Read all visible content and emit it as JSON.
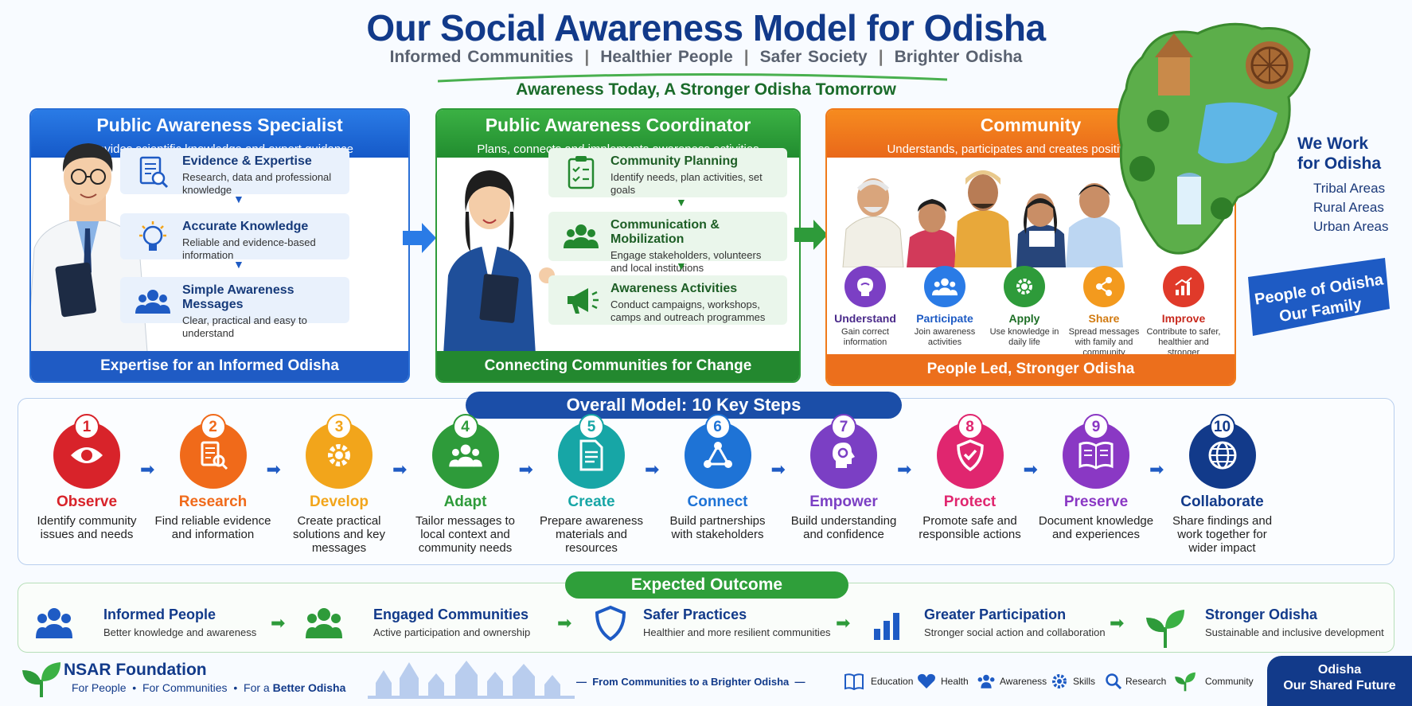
{
  "header": {
    "title": "Our Social Awareness Model for Odisha",
    "tagline": [
      "Informed Communities",
      "Healthier People",
      "Safer Society",
      "Brighter Odisha"
    ],
    "slogan": "Awareness Today, A Stronger Odisha Tomorrow"
  },
  "specialist": {
    "title": "Public Awareness Specialist",
    "subtitle": "Provides scientific knowledge and expert guidance",
    "items": [
      {
        "title": "Evidence & Expertise",
        "desc": "Research, data and professional knowledge"
      },
      {
        "title": "Accurate Knowledge",
        "desc": "Reliable and evidence-based information"
      },
      {
        "title": "Simple Awareness Messages",
        "desc": "Clear, practical and easy to understand"
      }
    ],
    "footer": "Expertise for an Informed Odisha"
  },
  "coordinator": {
    "title": "Public Awareness Coordinator",
    "subtitle": "Plans, connects and implements awareness activities",
    "items": [
      {
        "title": "Community Planning",
        "desc": "Identify needs, plan activities, set goals"
      },
      {
        "title": "Communication & Mobilization",
        "desc": "Engage stakeholders, volunteers and local institutions"
      },
      {
        "title": "Awareness Activities",
        "desc": "Conduct campaigns, workshops, camps and outreach programmes"
      }
    ],
    "footer": "Connecting Communities for Change"
  },
  "community": {
    "title": "Community",
    "subtitle": "Understands, participates and creates positive change",
    "actions": [
      {
        "label": "Understand",
        "desc": "Gain correct information",
        "color": "#7b3fc4"
      },
      {
        "label": "Participate",
        "desc": "Join awareness activities",
        "color": "#2a7be6"
      },
      {
        "label": "Apply",
        "desc": "Use knowledge in daily life",
        "color": "#2e9b3a"
      },
      {
        "label": "Share",
        "desc": "Spread messages with family and community",
        "color": "#f39a1e"
      },
      {
        "label": "Improve",
        "desc": "Contribute to safer, healthier and stronger communities",
        "color": "#e03a2a"
      }
    ],
    "footer": "People Led, Stronger Odisha"
  },
  "side": {
    "heading_line1": "We Work",
    "heading_line2": "for Odisha",
    "areas": [
      "Tribal Areas",
      "Rural Areas",
      "Urban Areas"
    ],
    "banner_line1": "People of Odisha",
    "banner_line2": "Our Family"
  },
  "steps": {
    "title": "Overall Model: 10 Key Steps",
    "items": [
      {
        "num": "1",
        "label": "Observe",
        "desc": "Identify community issues and needs",
        "color": "#d8232a",
        "icon": "eye-icon"
      },
      {
        "num": "2",
        "label": "Research",
        "desc": "Find reliable evidence and information",
        "color": "#f06a1a",
        "icon": "document-search-icon"
      },
      {
        "num": "3",
        "label": "Develop",
        "desc": "Create practical solutions and key messages",
        "color": "#f2a51b",
        "icon": "gear-icon"
      },
      {
        "num": "4",
        "label": "Adapt",
        "desc": "Tailor messages to local context and community needs",
        "color": "#2e9b3a",
        "icon": "group-icon"
      },
      {
        "num": "5",
        "label": "Create",
        "desc": "Prepare awareness materials and resources",
        "color": "#17a6a6",
        "icon": "document-icon"
      },
      {
        "num": "6",
        "label": "Connect",
        "desc": "Build partnerships with stakeholders",
        "color": "#1e73d6",
        "icon": "network-icon"
      },
      {
        "num": "7",
        "label": "Empower",
        "desc": "Build understanding and confidence",
        "color": "#7b3fc4",
        "icon": "head-idea-icon"
      },
      {
        "num": "8",
        "label": "Protect",
        "desc": "Promote safe and responsible actions",
        "color": "#e0266f",
        "icon": "shield-icon"
      },
      {
        "num": "9",
        "label": "Preserve",
        "desc": "Document knowledge and experiences",
        "color": "#8a38c4",
        "icon": "book-icon"
      },
      {
        "num": "10",
        "label": "Collaborate",
        "desc": "Share findings and work together for wider impact",
        "color": "#123a8a",
        "icon": "globe-icon"
      }
    ]
  },
  "outcome": {
    "title": "Expected Outcome",
    "items": [
      {
        "title": "Informed People",
        "desc": "Better knowledge and awareness"
      },
      {
        "title": "Engaged Communities",
        "desc": "Active participation and ownership"
      },
      {
        "title": "Safer Practices",
        "desc": "Healthier and more resilient communities"
      },
      {
        "title": "Greater Participation",
        "desc": "Stronger social action and collaboration"
      },
      {
        "title": "Stronger Odisha",
        "desc": "Sustainable and inclusive development"
      }
    ]
  },
  "footer": {
    "org": "NSAR Foundation",
    "tag1": "For People",
    "tag2": "For Communities",
    "tag3_prefix": "For a",
    "tag3_strong": "Better Odisha",
    "center": "From Communities to a Brighter Odisha",
    "legend": [
      "Education",
      "Health",
      "Awareness",
      "Skills",
      "Research",
      "Community"
    ],
    "corner_line1": "Odisha",
    "corner_line2": "Our Shared Future"
  }
}
